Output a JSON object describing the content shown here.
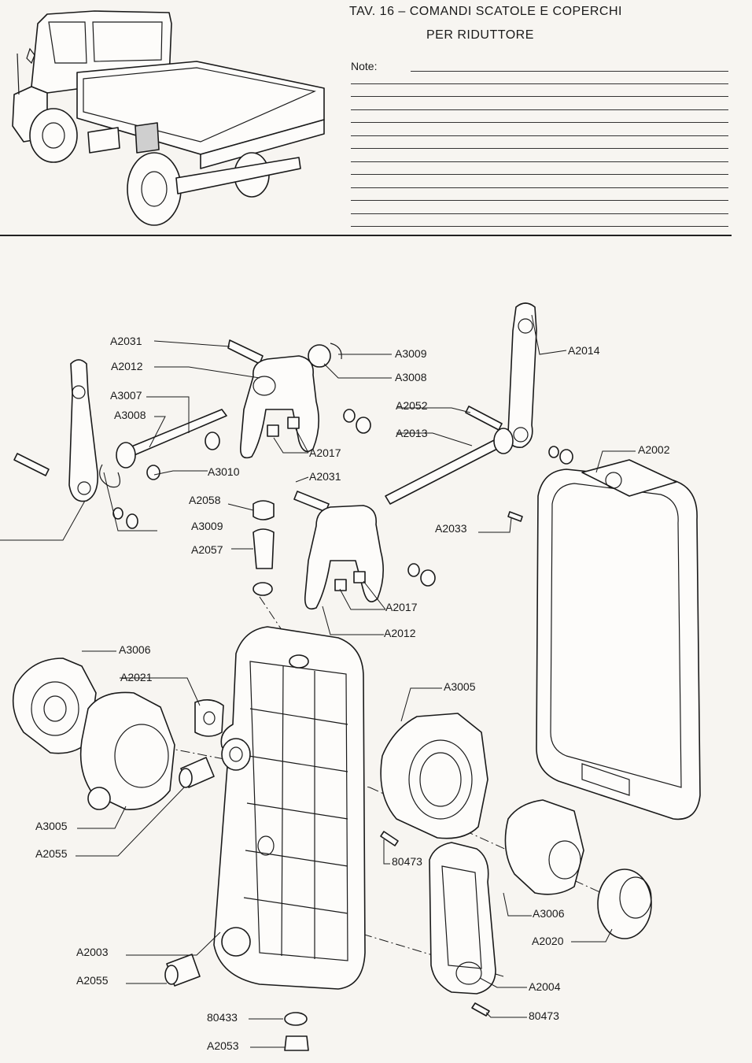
{
  "header": {
    "title_line1": "TAV. 16 – COMANDI SCATOLE E COPERCHI",
    "title_line2": "PER RIDUTTORE",
    "note_label": "Note:"
  },
  "illustration": {
    "truck": "truck-illustration"
  },
  "labels": {
    "a2031_top": "A2031",
    "a2012_top": "A2012",
    "a3007": "A3007",
    "a3008_left": "A3008",
    "a3010": "A3010",
    "a3009_left": "A3009",
    "a2058": "A2058",
    "a2057": "A2057",
    "a3009_right": "A3009",
    "a3008_right": "A3008",
    "a2017_top": "A2017",
    "a2031_mid": "A2031",
    "a2052": "A2052",
    "a2013": "A2013",
    "a2014": "A2014",
    "a2002": "A2002",
    "a2033": "A2033",
    "a2017_mid": "A2017",
    "a2012_mid": "A2012",
    "a3006_left": "A3006",
    "a2021": "A2021",
    "a3005_right": "A3005",
    "a3005_left": "A3005",
    "a2055_upper": "A2055",
    "p80473_mid": "80473",
    "a3006_right": "A3006",
    "a2020": "A2020",
    "a2003": "A2003",
    "a2055_lower": "A2055",
    "a2004": "A2004",
    "p80473_low": "80473",
    "p80433": "80433",
    "a2053": "A2053"
  }
}
